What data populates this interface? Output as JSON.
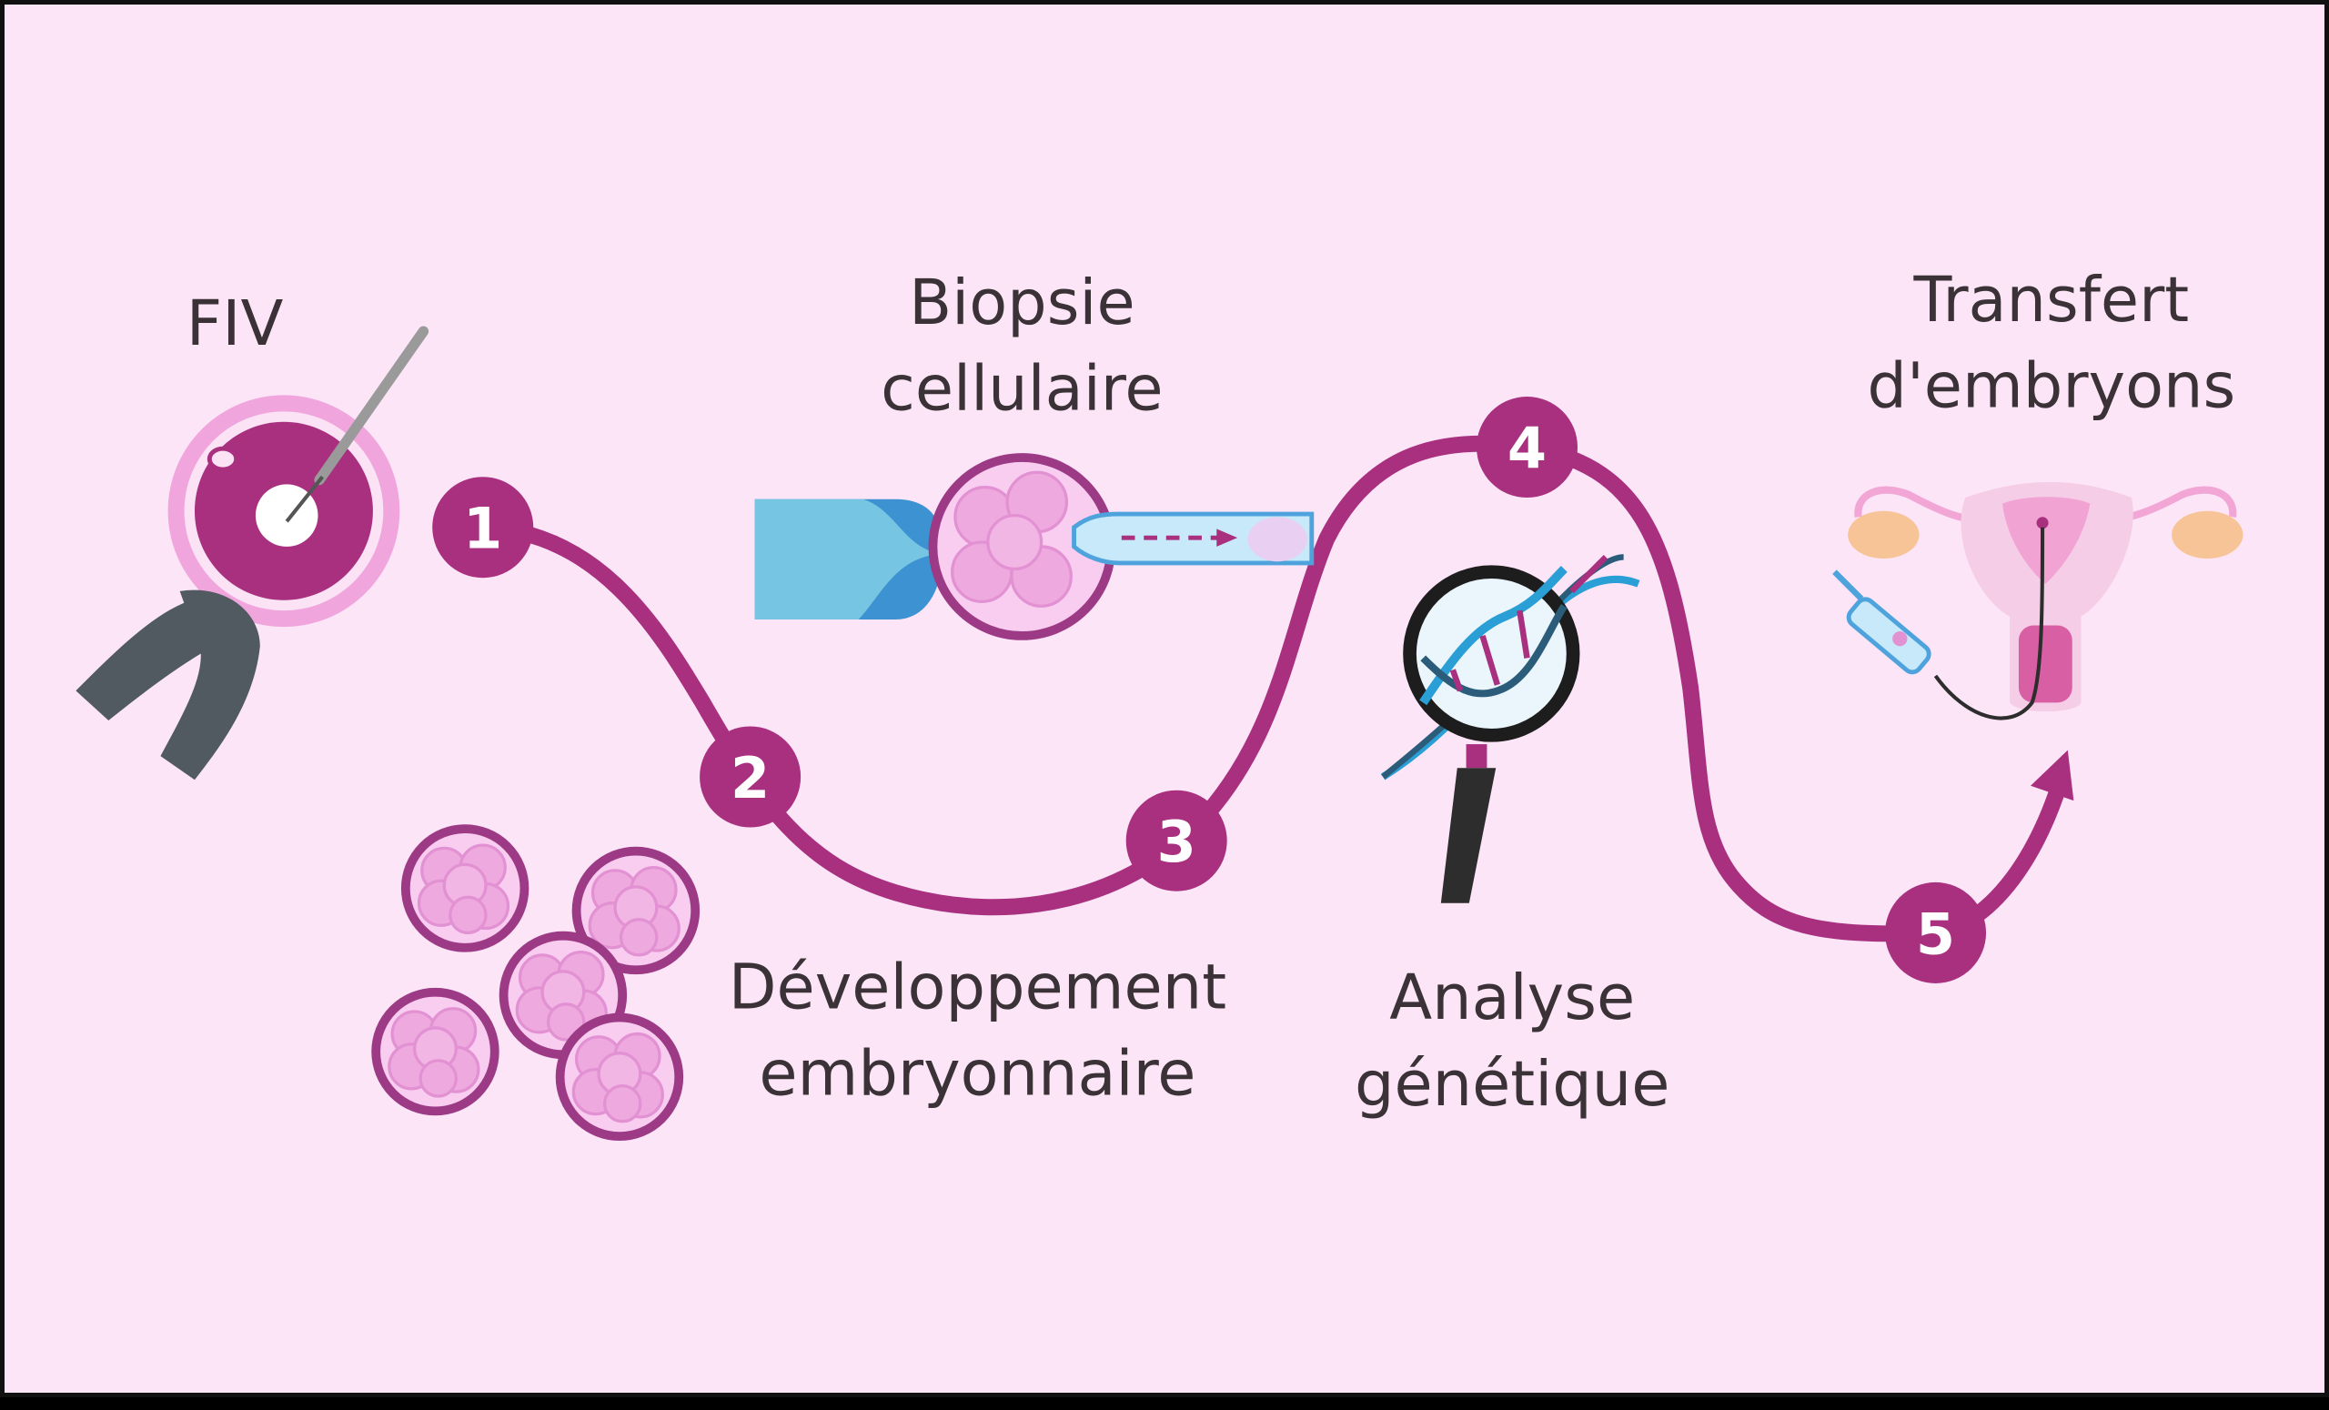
{
  "steps": [
    {
      "number": "1"
    },
    {
      "number": "2"
    },
    {
      "number": "3"
    },
    {
      "number": "4"
    },
    {
      "number": "5"
    }
  ],
  "labels": {
    "fiv": "FIV",
    "biopsie_1": "Biopsie",
    "biopsie_2": "cellulaire",
    "developpement_1": "Développement",
    "developpement_2": "embryonnaire",
    "analyse_1": "Analyse",
    "analyse_2": "génétique",
    "transfert_1": "Transfert",
    "transfert_2": "d'embryons"
  },
  "colors": {
    "background": "#fde5f8",
    "path": "#a8307f",
    "cell_pink": "#eeaade",
    "cell_border": "#9c3a86",
    "pipette_blue": "#4fa3dd",
    "dna_blue": "#2a9fd6",
    "holder_gray": "#505a60"
  },
  "icons": [
    "oocyte-icon",
    "needle-icon",
    "holder-pipette-icon",
    "embryo-cluster-icon",
    "biopsy-icon",
    "dna-magnifier-icon",
    "uterus-icon",
    "syringe-icon"
  ]
}
